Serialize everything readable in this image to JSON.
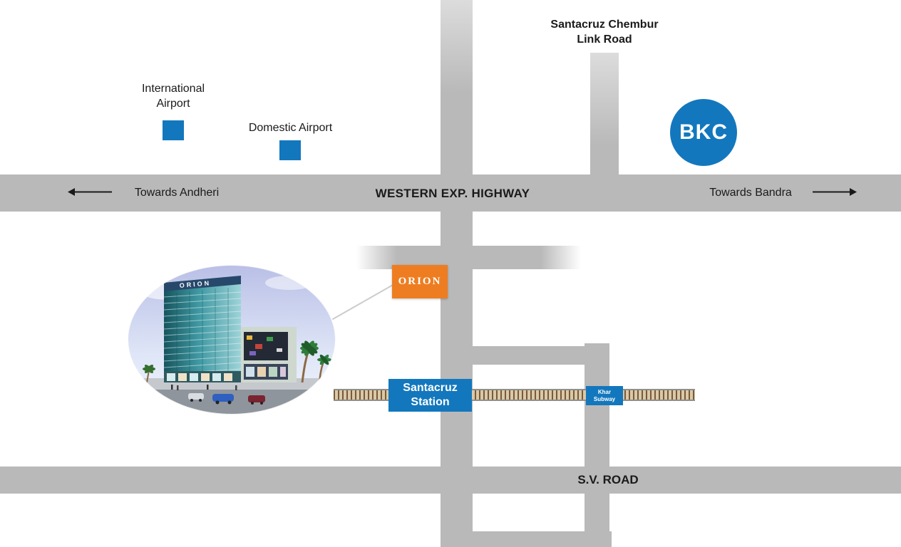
{
  "roads": {
    "highway": "WESTERN EXP. HIGHWAY",
    "towards_andheri": "Towards Andheri",
    "towards_bandra": "Towards Bandra",
    "sv_road": "S.V. ROAD",
    "link_road": "Santacruz Chembur\nLink Road"
  },
  "landmarks": {
    "international_airport": "International\nAirport",
    "domestic_airport": "Domestic Airport",
    "bkc": "BKC",
    "orion": "ORION",
    "santacruz_station": "Santacruz\nStation",
    "khar_subway": "Khar\nSubway"
  },
  "colors": {
    "road_gray": "#b9b9b9",
    "marker_blue": "#1377bd",
    "orion_orange": "#ee7d22",
    "rail_tan": "#d9c9a8",
    "rail_tie": "#7a5a38",
    "text_black": "#1a1a1a"
  }
}
